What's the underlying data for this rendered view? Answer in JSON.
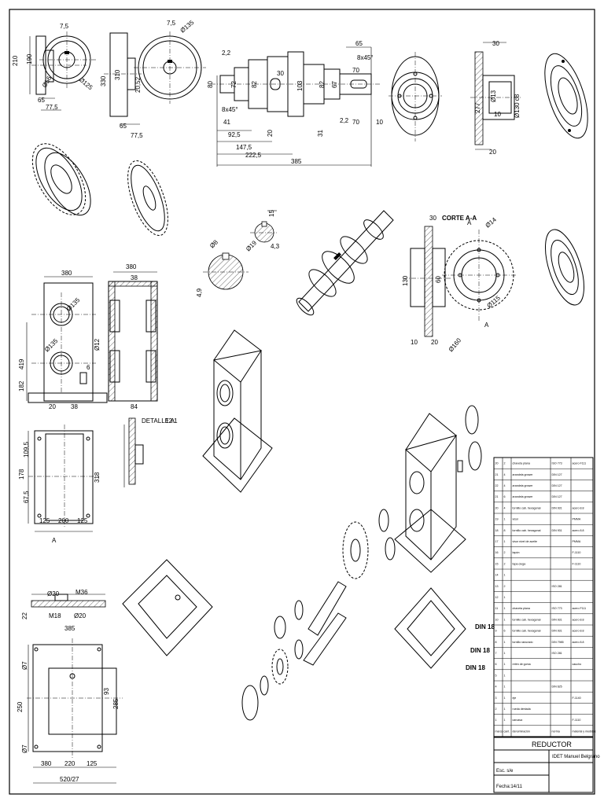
{
  "dims": {
    "gear1": [
      "7,5",
      "210",
      "190",
      "Ø56",
      "Ø125",
      "65",
      "77,5"
    ],
    "gear2": [
      "7,5",
      "Ø135",
      "330",
      "310",
      "20,52",
      "65",
      "77,5"
    ],
    "shaft": [
      "2,2",
      "65",
      "8x45°",
      "80",
      "72",
      "82",
      "30",
      "103",
      "82",
      "67",
      "70",
      "8x45°",
      "41",
      "92,5",
      "147,5",
      "20",
      "31",
      "2,2",
      "70",
      "10",
      "222,5",
      "385"
    ],
    "cover": [
      "30",
      "277",
      "10",
      "Ø13",
      "Ø130 c8",
      "20"
    ],
    "section": [
      "30",
      "CORTE A-A",
      "Ø14",
      "130",
      "60",
      "Ø115",
      "10",
      "20",
      "Ø160",
      "A",
      "A"
    ],
    "keys": [
      "Ø8",
      "4,9",
      "Ø19",
      "15",
      "4,3"
    ],
    "housing": [
      "380",
      "Ø135",
      "Ø135",
      "419",
      "182",
      "380",
      "38",
      "20",
      "Ø12",
      "6",
      "38",
      "84",
      "DETALLE A",
      "12:1"
    ],
    "base": [
      "109,5",
      "178",
      "67,5",
      "318",
      "125",
      "200",
      "125",
      "A"
    ],
    "lid": [
      "Ø20",
      "M36",
      "22",
      "M18",
      "Ø20",
      "385",
      "Ø7",
      "Ø7",
      "250",
      "93",
      "285",
      "380",
      "220",
      "125",
      "520/27"
    ],
    "callouts": [
      "DIN 18",
      "DIN 18",
      "DIN 18"
    ]
  },
  "parts": [
    [
      "20",
      "2",
      "chaveta plana",
      "ISO 773",
      "acero F111"
    ],
    [
      "21",
      "4",
      "arandela grower",
      "DIN 127",
      ""
    ],
    [
      "22",
      "4",
      "arandela grower",
      "DIN 127",
      ""
    ],
    [
      "21",
      "6",
      "arandela grower",
      "DIN 127",
      ""
    ],
    [
      "20",
      "4",
      "tornillo cab. hexagonal",
      "DIN 931",
      "acero 8.8"
    ],
    [
      "19",
      "1",
      "visor",
      "",
      "PMMA"
    ],
    [
      "18",
      "8",
      "tornillo cab. hexagonal",
      "DIN 931",
      "acero 8.8"
    ],
    [
      "17",
      "1",
      "visor nivel de aceite",
      "",
      "PMMA"
    ],
    [
      "16",
      "2",
      "tapón",
      "",
      "F-1110"
    ],
    [
      "15",
      "2",
      "tapa ciega",
      "",
      "F-1110"
    ],
    [
      "14",
      "1",
      "",
      "",
      ""
    ],
    [
      "13",
      "2",
      "",
      "ISO 281",
      ""
    ],
    [
      "12",
      "1",
      "",
      "",
      ""
    ],
    [
      "11",
      "1",
      "chaveta plana",
      "ISO 773",
      "acero F111"
    ],
    [
      "10",
      "1",
      "tornillo cab. hexagonal",
      "DIN 931",
      "acero 8.8"
    ],
    [
      "9",
      "6",
      "tornillo cab. hexagonal",
      "DIN 931",
      "acero 8.8"
    ],
    [
      "8",
      "1",
      "tornillo ranurado",
      "DIN 7985",
      "acero 8.8"
    ],
    [
      "7",
      "1",
      "",
      "ISO 281",
      ""
    ],
    [
      "6",
      "1",
      "retén de goma",
      "",
      "caucho"
    ],
    [
      "5",
      "1",
      "",
      "",
      ""
    ],
    [
      "4",
      "1",
      "",
      "DIN 625",
      ""
    ],
    [
      "3",
      "1",
      "eje",
      "",
      "F-1140"
    ],
    [
      "2",
      "1",
      "rueda dentada",
      "",
      ""
    ],
    [
      "1",
      "1",
      "carcasa",
      "",
      "F-1110"
    ],
    [
      "marca",
      "cant.",
      "denominación",
      "norma",
      "material y medidas"
    ]
  ],
  "title": {
    "name": "REDUCTOR",
    "school": "IDET Manuel Belgrano",
    "scale": "Esc. s/e",
    "date": "Fecha:14/11"
  }
}
